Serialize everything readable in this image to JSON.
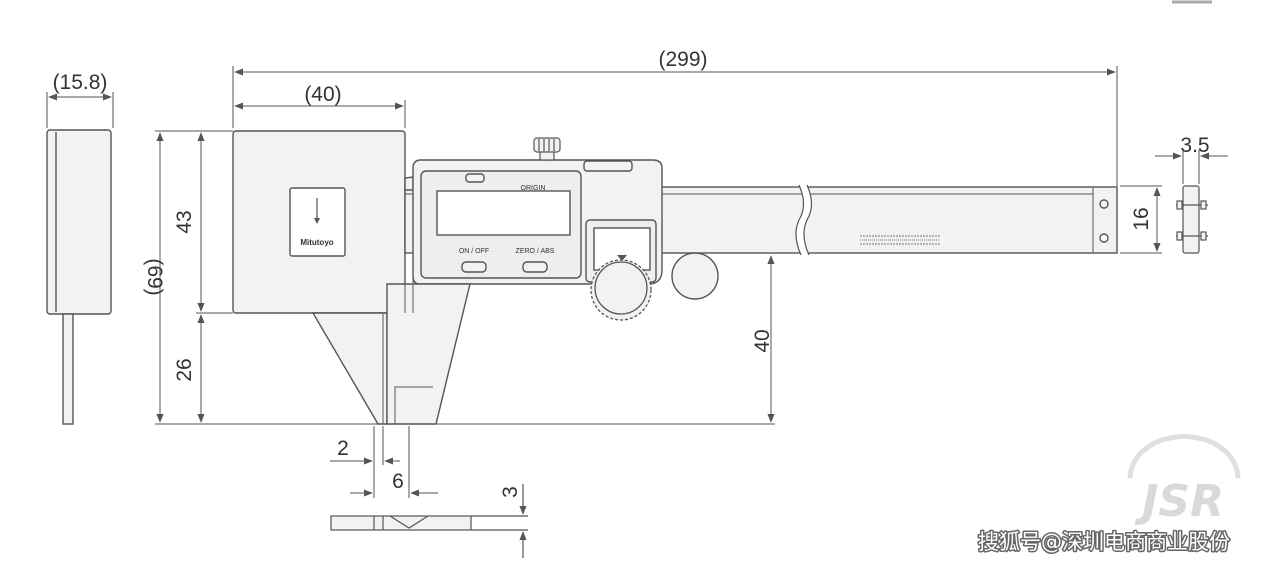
{
  "dimensions": {
    "overall_length": "(299)",
    "jaw_width": "(40)",
    "thickness": "(15.8)",
    "total_height": "(69)",
    "head_height": "43",
    "jaw_depth": "26",
    "beam_height": "16",
    "beam_thickness": "3.5",
    "beam_offset": "40",
    "tip_width_small": "2",
    "tip_width": "6",
    "tip_thickness": "3"
  },
  "caliper": {
    "brand": "Mitutoyo",
    "origin_label": "ORIGIN",
    "on_off_label": "ON / OFF",
    "zero_abs_label": "ZERO / ABS"
  },
  "watermark": {
    "logo": "JSR",
    "caption": "搜狐号@深圳电商商业股份"
  },
  "colors": {
    "line": "#555555",
    "body_fill": "#f2f2f2",
    "dimension_text": "#333333"
  }
}
